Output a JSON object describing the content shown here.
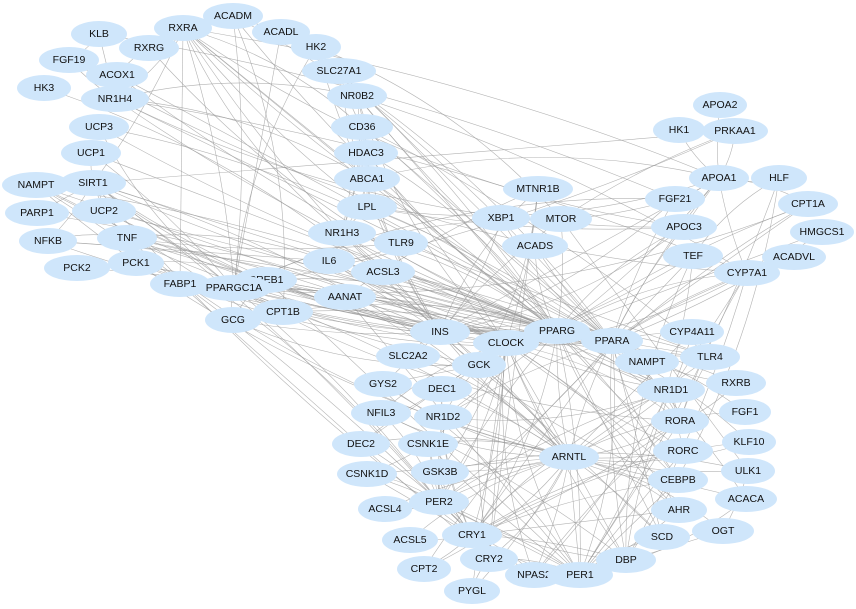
{
  "diagram": {
    "nodes": [
      "KLB",
      "RXRA",
      "ACADM",
      "ACADL",
      "HK2",
      "RXRG",
      "FGF19",
      "ACOX1",
      "SLC27A1",
      "HK3",
      "NR1H4",
      "NR0B2",
      "APOA2",
      "UCP3",
      "CD36",
      "HK1",
      "PRKAA1",
      "UCP1",
      "HDAC3",
      "APOA1",
      "HLF",
      "NAMPT",
      "SIRT1",
      "ABCA1",
      "MTNR1B",
      "FGF21",
      "CPT1A",
      "PARP1",
      "UCP2",
      "LPL",
      "XBP1",
      "MTOR",
      "NFKB",
      "TNF",
      "NR1H3",
      "TLR9",
      "APOC3",
      "HMGCS1",
      "ACADS",
      "PCK2",
      "PCK1",
      "IL6",
      "ACSL3",
      "TEF",
      "ACADVL",
      "CREB1",
      "CYP7A1",
      "FABP1",
      "PPARGC1A",
      "AANAT",
      "GCG",
      "CPT1B",
      "INS",
      "PPARG",
      "CYP4A11",
      "CLOCK",
      "PPARA",
      "SLC2A2",
      "GCK",
      "NAMPT",
      "TLR4",
      "GYS2",
      "DEC1",
      "RXRB",
      "NR1D1",
      "NFIL3",
      "NR1D2",
      "RORA",
      "FGF1",
      "DEC2",
      "CSNK1E",
      "ARNTL",
      "RORC",
      "KLF10",
      "CSNK1D",
      "GSK3B",
      "ULK1",
      "CEBPB",
      "ACSL4",
      "PER2",
      "ACACA",
      "AHR",
      "CRY1",
      "OGT",
      "ACSL5",
      "SCD",
      "CRY2",
      "DBP",
      "CPT2",
      "NPAS2",
      "PER1",
      "PYGL"
    ],
    "edges": [
      [
        "RXRA",
        "NR1H4"
      ],
      [
        "RXRA",
        "PPARGC1A"
      ],
      [
        "RXRA",
        "PPARG"
      ],
      [
        "RXRA",
        "PPARA"
      ],
      [
        "RXRA",
        "NR1H3"
      ],
      [
        "RXRA",
        "CD36"
      ],
      [
        "RXRA",
        "APOA1"
      ],
      [
        "RXRA",
        "ABCA1"
      ],
      [
        "RXRA",
        "LPL"
      ],
      [
        "RXRA",
        "ACOX1"
      ],
      [
        "RXRA",
        "RXRG"
      ],
      [
        "RXRA",
        "SIRT1"
      ],
      [
        "RXRA",
        "FABP1"
      ],
      [
        "RXRA",
        "INS"
      ],
      [
        "RXRA",
        "APOC3"
      ],
      [
        "ACADM",
        "PPARA"
      ],
      [
        "ACADM",
        "PPARGC1A"
      ],
      [
        "ACADM",
        "ACADL"
      ],
      [
        "ACADM",
        "PPARG"
      ],
      [
        "ACADM",
        "RXRA"
      ],
      [
        "ACADM",
        "CPT1B"
      ],
      [
        "ACADL",
        "PPARA"
      ],
      [
        "ACADL",
        "PPARGC1A"
      ],
      [
        "HK2",
        "INS"
      ],
      [
        "HK2",
        "PPARGC1A"
      ],
      [
        "HK2",
        "MTOR"
      ],
      [
        "SLC27A1",
        "PPARG"
      ],
      [
        "SLC27A1",
        "PPARA"
      ],
      [
        "SLC27A1",
        "CD36"
      ],
      [
        "SLC27A1",
        "INS"
      ],
      [
        "KLB",
        "FGF19"
      ],
      [
        "KLB",
        "FGF21"
      ],
      [
        "KLB",
        "NR1H4"
      ],
      [
        "FGF19",
        "NR1H4"
      ],
      [
        "FGF19",
        "CYP7A1"
      ],
      [
        "NR1H4",
        "NR0B2"
      ],
      [
        "NR1H4",
        "CYP7A1"
      ],
      [
        "NR1H4",
        "PPARA"
      ],
      [
        "NR1H4",
        "PPARG"
      ],
      [
        "NR1H4",
        "APOC3"
      ],
      [
        "NR1H4",
        "ABCA1"
      ],
      [
        "NR0B2",
        "CYP7A1"
      ],
      [
        "NR0B2",
        "PPARG"
      ],
      [
        "NR0B2",
        "PPARA"
      ],
      [
        "NR0B2",
        "CLOCK"
      ],
      [
        "NR0B2",
        "NR1H3"
      ],
      [
        "NR0B2",
        "HDAC3"
      ],
      [
        "ACOX1",
        "PPARA"
      ],
      [
        "ACOX1",
        "PPARG"
      ],
      [
        "RXRG",
        "PPARG"
      ],
      [
        "HK3",
        "INS"
      ],
      [
        "CD36",
        "PPARG"
      ],
      [
        "CD36",
        "PPARA"
      ],
      [
        "CD36",
        "LPL"
      ],
      [
        "CD36",
        "INS"
      ],
      [
        "CD36",
        "ABCA1"
      ],
      [
        "CD36",
        "TLR4"
      ],
      [
        "CD36",
        "NR1H3"
      ],
      [
        "UCP3",
        "PPARA"
      ],
      [
        "UCP3",
        "PPARGC1A"
      ],
      [
        "UCP3",
        "PPARG"
      ],
      [
        "UCP1",
        "PPARGC1A"
      ],
      [
        "UCP1",
        "PPARG"
      ],
      [
        "UCP1",
        "SIRT1"
      ],
      [
        "HDAC3",
        "NR1D1"
      ],
      [
        "HDAC3",
        "PPARG"
      ],
      [
        "HDAC3",
        "ARNTL"
      ],
      [
        "HDAC3",
        "NR1H3"
      ],
      [
        "APOA2",
        "APOA1"
      ],
      [
        "HK1",
        "APOA1"
      ],
      [
        "PRKAA1",
        "APOA1"
      ],
      [
        "PRKAA1",
        "PPARGC1A"
      ],
      [
        "PRKAA1",
        "SIRT1"
      ],
      [
        "PRKAA1",
        "MTOR"
      ],
      [
        "APOA1",
        "HLF"
      ],
      [
        "APOA1",
        "CPT1A"
      ],
      [
        "APOA1",
        "FGF21"
      ],
      [
        "APOA1",
        "APOC3"
      ],
      [
        "APOA1",
        "PPARA"
      ],
      [
        "APOA1",
        "ABCA1"
      ],
      [
        "APOA1",
        "LPL"
      ],
      [
        "APOA1",
        "PPARG"
      ],
      [
        "APOA1",
        "INS"
      ],
      [
        "APOA1",
        "CYP7A1"
      ],
      [
        "HLF",
        "TEF"
      ],
      [
        "HLF",
        "DBP"
      ],
      [
        "HLF",
        "PER1"
      ],
      [
        "SIRT1",
        "PPARGC1A"
      ],
      [
        "SIRT1",
        "PPARA"
      ],
      [
        "SIRT1",
        "CLOCK"
      ],
      [
        "SIRT1",
        "ARNTL"
      ],
      [
        "SIRT1",
        "PER2"
      ],
      [
        "SIRT1",
        "PARP1"
      ],
      [
        "SIRT1",
        "NAMPT"
      ],
      [
        "SIRT1",
        "TNF"
      ],
      [
        "SIRT1",
        "UCP2"
      ],
      [
        "SIRT1",
        "NFKB"
      ],
      [
        "SIRT1",
        "PPARG"
      ],
      [
        "SIRT1",
        "CRY1"
      ],
      [
        "SIRT1",
        "INS"
      ],
      [
        "ABCA1",
        "NR1H3"
      ],
      [
        "ABCA1",
        "PPARG"
      ],
      [
        "ABCA1",
        "LPL"
      ],
      [
        "MTNR1B",
        "AANAT"
      ],
      [
        "MTNR1B",
        "INS"
      ],
      [
        "MTNR1B",
        "GCK"
      ],
      [
        "MTNR1B",
        "CLOCK"
      ],
      [
        "MTNR1B",
        "CRY2"
      ],
      [
        "FGF21",
        "PPARA"
      ],
      [
        "FGF21",
        "PPARGC1A"
      ],
      [
        "FGF21",
        "INS"
      ],
      [
        "FGF21",
        "MTOR"
      ],
      [
        "CPT1A",
        "PPARA"
      ],
      [
        "CPT1A",
        "PPARG"
      ],
      [
        "CPT1A",
        "CPT2"
      ],
      [
        "CPT1A",
        "PPARGC1A"
      ],
      [
        "PARP1",
        "CLOCK"
      ],
      [
        "UCP2",
        "PPARG"
      ],
      [
        "UCP2",
        "INS"
      ],
      [
        "UCP2",
        "PPARA"
      ],
      [
        "LPL",
        "PPARG"
      ],
      [
        "LPL",
        "PPARA"
      ],
      [
        "LPL",
        "NR1H3"
      ],
      [
        "LPL",
        "APOC3"
      ],
      [
        "XBP1",
        "PPARA"
      ],
      [
        "XBP1",
        "INS"
      ],
      [
        "MTOR",
        "PPARG"
      ],
      [
        "MTOR",
        "ULK1"
      ],
      [
        "MTOR",
        "INS"
      ],
      [
        "MTOR",
        "PPARGC1A"
      ],
      [
        "NFKB",
        "TNF"
      ],
      [
        "NFKB",
        "PPARG"
      ],
      [
        "NFKB",
        "IL6"
      ],
      [
        "NFKB",
        "CLOCK"
      ],
      [
        "TNF",
        "PPARG"
      ],
      [
        "TNF",
        "IL6"
      ],
      [
        "TNF",
        "INS"
      ],
      [
        "TNF",
        "PPARA"
      ],
      [
        "TNF",
        "TLR4"
      ],
      [
        "TNF",
        "ARNTL"
      ],
      [
        "NR1H3",
        "PPARG"
      ],
      [
        "NR1H3",
        "INS"
      ],
      [
        "NR1H3",
        "SCD"
      ],
      [
        "NR1H3",
        "TLR9"
      ],
      [
        "NR1H3",
        "PPARA"
      ],
      [
        "TLR9",
        "IL6"
      ],
      [
        "TLR9",
        "TNF"
      ],
      [
        "TLR9",
        "TLR4"
      ],
      [
        "APOC3",
        "PPARA"
      ],
      [
        "APOC3",
        "PPARG"
      ],
      [
        "APOC3",
        "INS"
      ],
      [
        "HMGCS1",
        "PPARA"
      ],
      [
        "HMGCS1",
        "PPARG"
      ],
      [
        "ACADS",
        "PPARA"
      ],
      [
        "ACADS",
        "PPARG"
      ],
      [
        "PCK2",
        "PPARGC1A"
      ],
      [
        "PCK2",
        "INS"
      ],
      [
        "PCK1",
        "PPARGC1A"
      ],
      [
        "PCK1",
        "INS"
      ],
      [
        "PCK1",
        "PPARG"
      ],
      [
        "PCK1",
        "CREB1"
      ],
      [
        "IL6",
        "PPARG"
      ],
      [
        "IL6",
        "INS"
      ],
      [
        "IL6",
        "CLOCK"
      ],
      [
        "IL6",
        "TLR4"
      ],
      [
        "IL6",
        "ARNTL"
      ],
      [
        "IL6",
        "PPARA"
      ],
      [
        "ACSL3",
        "PPARG"
      ],
      [
        "ACSL3",
        "PPARA"
      ],
      [
        "TEF",
        "DBP"
      ],
      [
        "TEF",
        "PER1"
      ],
      [
        "TEF",
        "CLOCK"
      ],
      [
        "TEF",
        "PPARA"
      ],
      [
        "ACADVL",
        "PPARA"
      ],
      [
        "ACADVL",
        "CYP7A1"
      ],
      [
        "CREB1",
        "PPARGC1A"
      ],
      [
        "CREB1",
        "CLOCK"
      ],
      [
        "CREB1",
        "PER1"
      ],
      [
        "CREB1",
        "INS"
      ],
      [
        "CREB1",
        "GCG"
      ],
      [
        "CREB1",
        "PPARG"
      ],
      [
        "CREB1",
        "NR1D1"
      ],
      [
        "CREB1",
        "AANAT"
      ],
      [
        "CYP7A1",
        "PPARA"
      ],
      [
        "CYP7A1",
        "PPARG"
      ],
      [
        "CYP7A1",
        "CLOCK"
      ],
      [
        "CYP7A1",
        "DBP"
      ],
      [
        "CYP7A1",
        "NR1D1"
      ],
      [
        "CYP7A1",
        "RORA"
      ],
      [
        "FABP1",
        "PPARA"
      ],
      [
        "FABP1",
        "PPARGC1A"
      ],
      [
        "FABP1",
        "PPARG"
      ],
      [
        "FABP1",
        "CRY2"
      ],
      [
        "PPARGC1A",
        "PPARG"
      ],
      [
        "PPARGC1A",
        "PPARA"
      ],
      [
        "PPARGC1A",
        "CLOCK"
      ],
      [
        "PPARGC1A",
        "ARNTL"
      ],
      [
        "PPARGC1A",
        "INS"
      ],
      [
        "PPARGC1A",
        "GCK"
      ],
      [
        "PPARGC1A",
        "RORA"
      ],
      [
        "PPARGC1A",
        "NR1D1"
      ],
      [
        "PPARGC1A",
        "PER2"
      ],
      [
        "PPARGC1A",
        "CPT1B"
      ],
      [
        "PPARGC1A",
        "CREB1"
      ],
      [
        "PPARGC1A",
        "GCG"
      ],
      [
        "AANAT",
        "CLOCK"
      ],
      [
        "AANAT",
        "ARNTL"
      ],
      [
        "AANAT",
        "PER1"
      ],
      [
        "GCG",
        "INS"
      ],
      [
        "GCG",
        "GCK"
      ],
      [
        "CPT1B",
        "PPARA"
      ],
      [
        "CPT1B",
        "PPARG"
      ],
      [
        "INS",
        "PPARG"
      ],
      [
        "INS",
        "GCK"
      ],
      [
        "INS",
        "SLC2A2"
      ],
      [
        "INS",
        "CLOCK"
      ],
      [
        "INS",
        "PPARA"
      ],
      [
        "INS",
        "GYS2"
      ],
      [
        "INS",
        "ARNTL"
      ],
      [
        "INS",
        "CEBPB"
      ],
      [
        "INS",
        "TLR4"
      ],
      [
        "PPARG",
        "PPARA"
      ],
      [
        "PPARG",
        "CLOCK"
      ],
      [
        "PPARG",
        "ARNTL"
      ],
      [
        "PPARG",
        "NR1D1"
      ],
      [
        "PPARG",
        "RORA"
      ],
      [
        "PPARG",
        "CEBPB"
      ],
      [
        "PPARG",
        "SCD"
      ],
      [
        "PPARG",
        "PER2"
      ],
      [
        "PPARG",
        "AHR"
      ],
      [
        "PPARG",
        "KLF10"
      ],
      [
        "PPARG",
        "RXRB"
      ],
      [
        "PPARG",
        "TLR4"
      ],
      [
        "PPARG",
        "NAMPT"
      ],
      [
        "PPARG",
        "DEC1"
      ],
      [
        "PPARG",
        "CRY1"
      ],
      [
        "PPARG",
        "PER1"
      ],
      [
        "PPARG",
        "NR1D2"
      ],
      [
        "PPARG",
        "RORC"
      ],
      [
        "PPARG",
        "GCK"
      ],
      [
        "PPARG",
        "FGF1"
      ],
      [
        "PPARA",
        "CYP4A11"
      ],
      [
        "PPARA",
        "CLOCK"
      ],
      [
        "PPARA",
        "ARNTL"
      ],
      [
        "PPARA",
        "NR1D1"
      ],
      [
        "PPARA",
        "RORA"
      ],
      [
        "PPARA",
        "PER2"
      ],
      [
        "PPARA",
        "CRY1"
      ],
      [
        "PPARA",
        "DBP"
      ],
      [
        "PPARA",
        "RXRB"
      ],
      [
        "PPARA",
        "NAMPT"
      ],
      [
        "PPARA",
        "ACACA"
      ],
      [
        "PPARA",
        "SCD"
      ],
      [
        "PPARA",
        "NR1D2"
      ],
      [
        "PPARA",
        "CEBPB"
      ],
      [
        "PPARA",
        "PER1"
      ],
      [
        "CYP4A11",
        "NR1D1"
      ],
      [
        "CYP4A11",
        "ARNTL"
      ],
      [
        "CLOCK",
        "ARNTL"
      ],
      [
        "CLOCK",
        "PER1"
      ],
      [
        "CLOCK",
        "PER2"
      ],
      [
        "CLOCK",
        "CRY1"
      ],
      [
        "CLOCK",
        "CRY2"
      ],
      [
        "CLOCK",
        "NR1D1"
      ],
      [
        "CLOCK",
        "NR1D2"
      ],
      [
        "CLOCK",
        "RORA"
      ],
      [
        "CLOCK",
        "DEC1"
      ],
      [
        "CLOCK",
        "DEC2"
      ],
      [
        "CLOCK",
        "DBP"
      ],
      [
        "CLOCK",
        "NPAS2"
      ],
      [
        "CLOCK",
        "CSNK1E"
      ],
      [
        "CLOCK",
        "GSK3B"
      ],
      [
        "CLOCK",
        "NAMPT"
      ],
      [
        "CLOCK",
        "GCK"
      ],
      [
        "CLOCK",
        "NFIL3"
      ],
      [
        "CLOCK",
        "AHR"
      ],
      [
        "CLOCK",
        "CEBPB"
      ],
      [
        "CLOCK",
        "PYGL"
      ],
      [
        "CLOCK",
        "RORC"
      ],
      [
        "SLC2A2",
        "GCK"
      ],
      [
        "SLC2A2",
        "ARNTL"
      ],
      [
        "GCK",
        "ARNTL"
      ],
      [
        "GCK",
        "GYS2"
      ],
      [
        "GCK",
        "CRY2"
      ],
      [
        "NAMPT",
        "ARNTL"
      ],
      [
        "NAMPT",
        "PER2"
      ],
      [
        "NAMPT",
        "CRY1"
      ],
      [
        "TLR4",
        "ARNTL"
      ],
      [
        "TLR4",
        "RORA"
      ],
      [
        "GYS2",
        "ARNTL"
      ],
      [
        "GYS2",
        "PER1"
      ],
      [
        "DEC1",
        "ARNTL"
      ],
      [
        "DEC1",
        "PER2"
      ],
      [
        "DEC1",
        "DEC2"
      ],
      [
        "DEC1",
        "CRY1"
      ],
      [
        "RXRB",
        "RORA"
      ],
      [
        "NR1D1",
        "ARNTL"
      ],
      [
        "NR1D1",
        "RORA"
      ],
      [
        "NR1D1",
        "PER2"
      ],
      [
        "NR1D1",
        "CRY1"
      ],
      [
        "NR1D1",
        "NR1D2"
      ],
      [
        "NR1D1",
        "NPAS2"
      ],
      [
        "NR1D1",
        "RORC"
      ],
      [
        "NR1D1",
        "DBP"
      ],
      [
        "NFIL3",
        "ARNTL"
      ],
      [
        "NFIL3",
        "PER2"
      ],
      [
        "NFIL3",
        "DBP"
      ],
      [
        "NR1D2",
        "ARNTL"
      ],
      [
        "NR1D2",
        "PER2"
      ],
      [
        "NR1D2",
        "CRY1"
      ],
      [
        "RORA",
        "ARNTL"
      ],
      [
        "RORA",
        "CRY1"
      ],
      [
        "RORA",
        "PER1"
      ],
      [
        "RORA",
        "NPAS2"
      ],
      [
        "FGF1",
        "ARNTL"
      ],
      [
        "DEC2",
        "ARNTL"
      ],
      [
        "DEC2",
        "PER2"
      ],
      [
        "CSNK1E",
        "PER2"
      ],
      [
        "CSNK1E",
        "PER1"
      ],
      [
        "CSNK1E",
        "CRY1"
      ],
      [
        "CSNK1E",
        "ARNTL"
      ],
      [
        "CSNK1E",
        "CSNK1D"
      ],
      [
        "ARNTL",
        "PER1"
      ],
      [
        "ARNTL",
        "PER2"
      ],
      [
        "ARNTL",
        "CRY1"
      ],
      [
        "ARNTL",
        "CRY2"
      ],
      [
        "ARNTL",
        "NPAS2"
      ],
      [
        "ARNTL",
        "DBP"
      ],
      [
        "ARNTL",
        "RORC"
      ],
      [
        "ARNTL",
        "CEBPB"
      ],
      [
        "ARNTL",
        "AHR"
      ],
      [
        "ARNTL",
        "SCD"
      ],
      [
        "ARNTL",
        "ACACA"
      ],
      [
        "ARNTL",
        "ULK1"
      ],
      [
        "ARNTL",
        "KLF10"
      ],
      [
        "ARNTL",
        "OGT"
      ],
      [
        "ARNTL",
        "GSK3B"
      ],
      [
        "ARNTL",
        "CSNK1D"
      ],
      [
        "ARNTL",
        "ACSL4"
      ],
      [
        "ARNTL",
        "ACSL5"
      ],
      [
        "ARNTL",
        "CPT2"
      ],
      [
        "ARNTL",
        "PYGL"
      ],
      [
        "RORC",
        "PER1"
      ],
      [
        "RORC",
        "CRY1"
      ],
      [
        "KLF10",
        "CRY1"
      ],
      [
        "CSNK1D",
        "PER2"
      ],
      [
        "CSNK1D",
        "PER1"
      ],
      [
        "CSNK1D",
        "CRY1"
      ],
      [
        "GSK3B",
        "PER2"
      ],
      [
        "GSK3B",
        "CRY1"
      ],
      [
        "GSK3B",
        "ULK1"
      ],
      [
        "ULK1",
        "OGT"
      ],
      [
        "CEBPB",
        "PER1"
      ],
      [
        "CEBPB",
        "CRY1"
      ],
      [
        "ACSL4",
        "PER2"
      ],
      [
        "PER2",
        "CRY1"
      ],
      [
        "PER2",
        "CRY2"
      ],
      [
        "PER2",
        "PER1"
      ],
      [
        "PER2",
        "NPAS2"
      ],
      [
        "PER2",
        "DBP"
      ],
      [
        "ACACA",
        "PER1"
      ],
      [
        "AHR",
        "PER1"
      ],
      [
        "AHR",
        "CRY1"
      ],
      [
        "CRY1",
        "CRY2"
      ],
      [
        "CRY1",
        "PER1"
      ],
      [
        "CRY1",
        "NPAS2"
      ],
      [
        "CRY1",
        "DBP"
      ],
      [
        "OGT",
        "PER1"
      ],
      [
        "ACSL5",
        "CRY1"
      ],
      [
        "SCD",
        "PER1"
      ],
      [
        "CRY2",
        "PER1"
      ],
      [
        "CRY2",
        "NPAS2"
      ],
      [
        "DBP",
        "PER1"
      ],
      [
        "CPT2",
        "CRY1"
      ],
      [
        "NPAS2",
        "PER1"
      ],
      [
        "PYGL",
        "CRY2"
      ]
    ]
  }
}
